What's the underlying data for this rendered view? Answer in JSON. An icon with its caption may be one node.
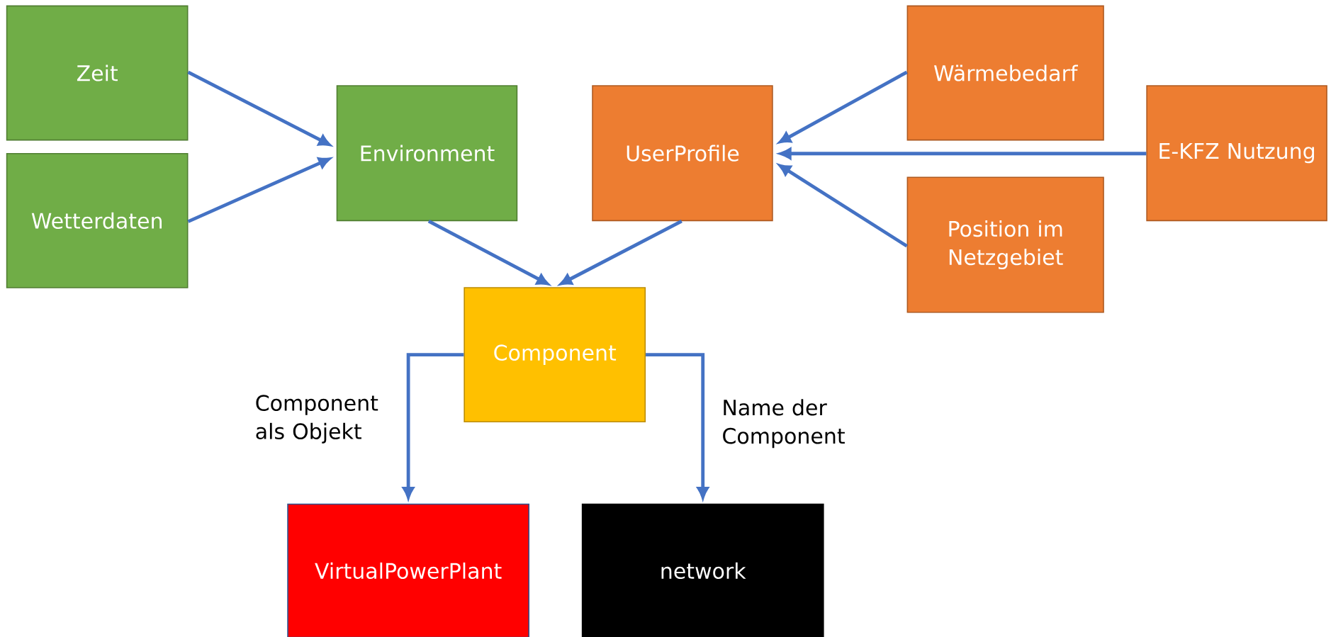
{
  "diagram": {
    "nodes": [
      {
        "text": [
          "Zeit"
        ]
      },
      {
        "text": [
          "Wetterdaten"
        ]
      },
      {
        "text": [
          "Environment"
        ]
      },
      {
        "text": [
          "UserProfile"
        ]
      },
      {
        "text": [
          "Wärmebedarf"
        ]
      },
      {
        "text": [
          "E-KFZ Nutzung"
        ]
      },
      {
        "text": [
          "Position im Netzgebiet"
        ]
      },
      {
        "text": [
          "Component"
        ]
      },
      {
        "text": [
          "VirtualPowerPlant"
        ]
      },
      {
        "text": [
          "network"
        ]
      }
    ],
    "edges": [
      {
        "from": 0,
        "to": 2,
        "arrow": "to"
      },
      {
        "from": 1,
        "to": 2,
        "arrow": "to"
      },
      {
        "from": 2,
        "to": 7,
        "arrow": "to"
      },
      {
        "from": 3,
        "to": 7,
        "arrow": "to"
      },
      {
        "from": 4,
        "to": 3,
        "arrow": "to"
      },
      {
        "from": 5,
        "to": 3,
        "arrow": "to"
      },
      {
        "from": 6,
        "to": 3,
        "arrow": "to"
      },
      {
        "from": 7,
        "to": 8,
        "arrow": "to",
        "label": "Component als Objekt"
      },
      {
        "from": 7,
        "to": 9,
        "arrow": "to",
        "label": "Name der Component"
      }
    ]
  }
}
